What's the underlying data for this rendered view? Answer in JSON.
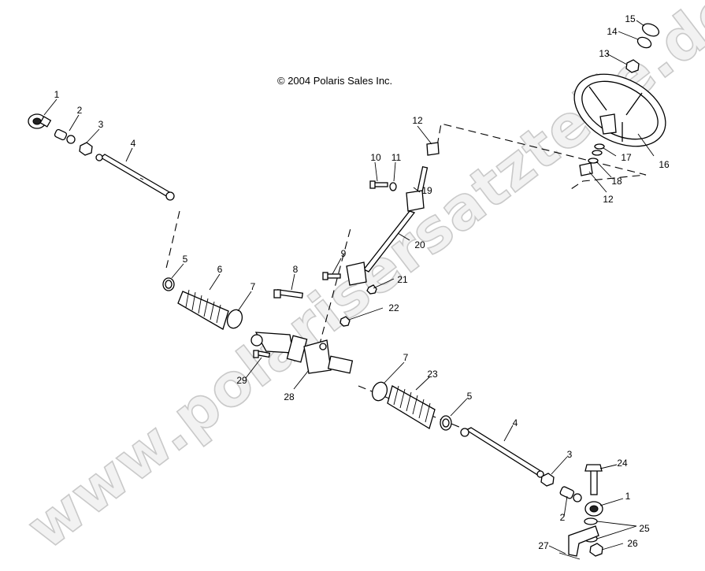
{
  "copyright": "© 2004 Polaris Sales Inc.",
  "watermark": "www.polarisersatzteile.de",
  "callouts": [
    "1",
    "2",
    "3",
    "4",
    "5",
    "6",
    "7",
    "8",
    "9",
    "10",
    "11",
    "12",
    "12",
    "13",
    "14",
    "15",
    "16",
    "17",
    "18",
    "19",
    "20",
    "21",
    "22",
    "7",
    "23",
    "5",
    "4",
    "3",
    "2",
    "1",
    "24",
    "25",
    "26",
    "27",
    "28",
    "29"
  ]
}
